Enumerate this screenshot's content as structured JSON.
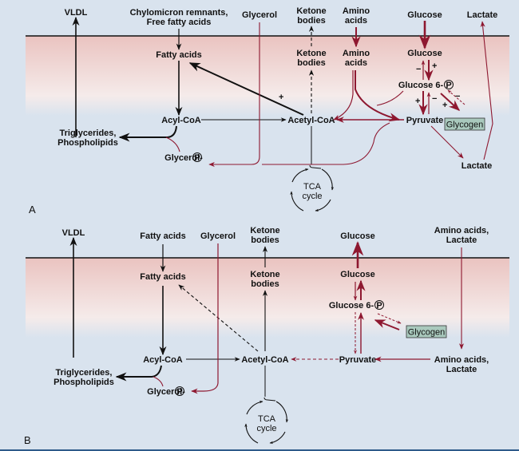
{
  "colors": {
    "background": "#d9e3ee",
    "cell_gradient_top": "#ecc6c3",
    "cell_gradient_bottom": "#f6ecec",
    "membrane": "#111111",
    "black_arrow": "#111111",
    "red_arrow": "#8e1830",
    "glycogen_fill": "#a9c9bd",
    "bottom_border": "#2e5a8a"
  },
  "panels": [
    {
      "letter": "A",
      "extracellular": {
        "vldl": "VLDL",
        "chylo_line1": "Chylomicron remnants,",
        "chylo_line2": "Free fatty acids",
        "glycerol": "Glycerol",
        "ketone_line1": "Ketone",
        "ketone_line2": "bodies",
        "amino_line1": "Amino",
        "amino_line2": "acids",
        "glucose": "Glucose",
        "lactate": "Lactate"
      },
      "intracellular": {
        "fatty_acids": "Fatty acids",
        "ketone_line1": "Ketone",
        "ketone_line2": "bodies",
        "amino_line1": "Amino",
        "amino_line2": "acids",
        "glucose": "Glucose",
        "glucose6p": "Glucose 6-",
        "phosphate": "P",
        "acyl_coa": "Acyl-CoA",
        "acetyl_coa": "Acetyl-CoA",
        "pyruvate": "Pyruvate",
        "glycogen": "Glycogen",
        "tg_line1": "Triglycerides,",
        "tg_line2": "Phospholipids",
        "glycerol_p": "Glycerol-",
        "lactate": "Lactate",
        "tca_line1": "TCA",
        "tca_line2": "cycle"
      },
      "regulation_signs": {
        "acetyl_to_fa": "+",
        "glc_up": "−",
        "glc_down": "+",
        "g6p_to_pyr": "+",
        "pyr_to_g6p": "−",
        "g6p_to_glycogen": "+",
        "glycogen_to_g6p": "−"
      }
    },
    {
      "letter": "B",
      "extracellular": {
        "vldl": "VLDL",
        "fatty_acids": "Fatty acids",
        "glycerol": "Glycerol",
        "ketone_line1": "Ketone",
        "ketone_line2": "bodies",
        "glucose": "Glucose",
        "aa_line1": "Amino acids,",
        "aa_line2": "Lactate"
      },
      "intracellular": {
        "fatty_acids": "Fatty acids",
        "ketone_line1": "Ketone",
        "ketone_line2": "bodies",
        "glucose": "Glucose",
        "glucose6p": "Glucose 6-",
        "phosphate": "P",
        "glycogen": "Glycogen",
        "acyl_coa": "Acyl-CoA",
        "acetyl_coa": "Acetyl-CoA",
        "pyruvate": "Pyruvate",
        "aa_line1": "Amino acids,",
        "aa_line2": "Lactate",
        "tg_line1": "Triglycerides,",
        "tg_line2": "Phospholipids",
        "glycerol_p": "Glycerol-",
        "tca_line1": "TCA",
        "tca_line2": "cycle"
      }
    }
  ]
}
